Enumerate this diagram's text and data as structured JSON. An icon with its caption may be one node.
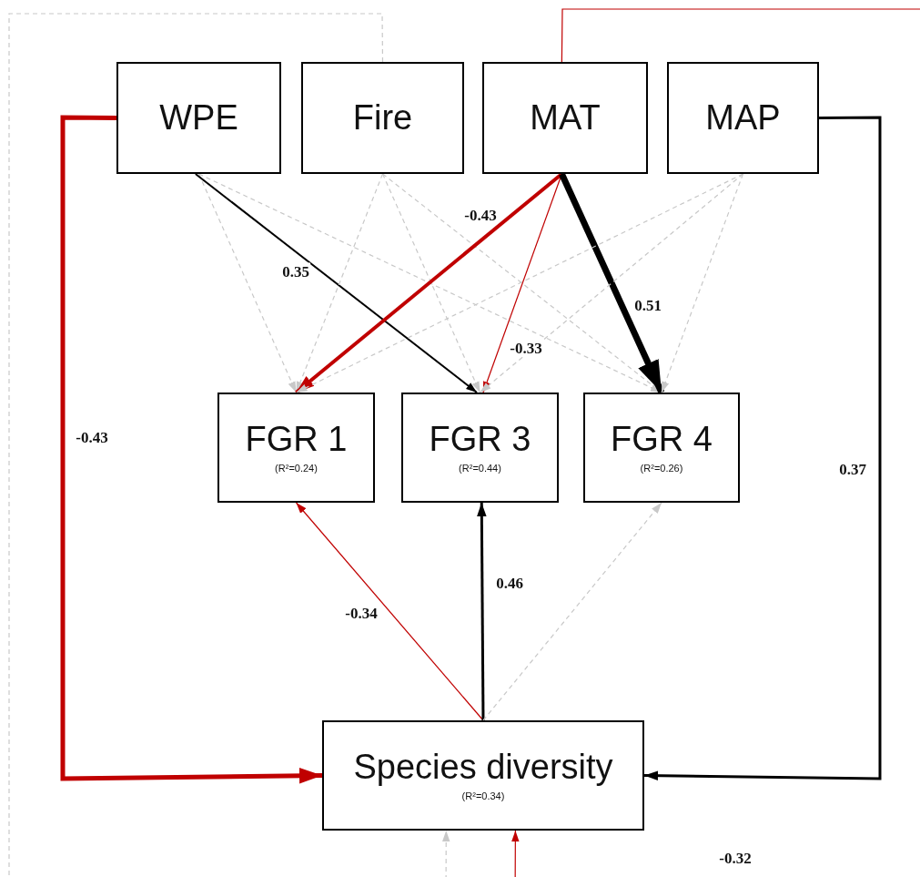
{
  "diagram": {
    "nodes": [
      {
        "text": [
          "WPE"
        ]
      },
      {
        "text": [
          "Fire"
        ]
      },
      {
        "text": [
          "MAT"
        ]
      },
      {
        "text": [
          "MAP"
        ]
      },
      {
        "text": [
          "FGR 1",
          "(R²=0.24)"
        ]
      },
      {
        "text": [
          "FGR 3",
          "(R²=0.44)"
        ]
      },
      {
        "text": [
          "FGR 4",
          "(R²=0.26)"
        ]
      },
      {
        "text": [
          "Species diversity",
          "(R²=0.34)"
        ]
      }
    ],
    "edges": [
      {
        "from": 0,
        "to": 4,
        "arrow": "to",
        "style": "dashed"
      },
      {
        "from": 0,
        "to": 5,
        "arrow": "to",
        "label": "0.35",
        "color": "#000000"
      },
      {
        "from": 0,
        "to": 6,
        "arrow": "to",
        "style": "dashed"
      },
      {
        "from": 1,
        "to": 4,
        "arrow": "to",
        "style": "dashed"
      },
      {
        "from": 1,
        "to": 5,
        "arrow": "to",
        "style": "dashed"
      },
      {
        "from": 1,
        "to": 6,
        "arrow": "to",
        "style": "dashed"
      },
      {
        "from": 2,
        "to": 4,
        "arrow": "to",
        "label": "-0.43",
        "style": "thick",
        "color": "#c00000"
      },
      {
        "from": 2,
        "to": 5,
        "arrow": "to",
        "label": "-0.33",
        "color": "#c00000"
      },
      {
        "from": 2,
        "to": 6,
        "arrow": "to",
        "label": "0.51",
        "style": "thick",
        "color": "#000000"
      },
      {
        "from": 3,
        "to": 4,
        "arrow": "to",
        "style": "dashed"
      },
      {
        "from": 3,
        "to": 5,
        "arrow": "to",
        "style": "dashed"
      },
      {
        "from": 3,
        "to": 6,
        "arrow": "to",
        "style": "dashed"
      },
      {
        "from": 7,
        "to": 4,
        "arrow": "to",
        "label": "-0.34",
        "color": "#c00000"
      },
      {
        "from": 7,
        "to": 5,
        "arrow": "to",
        "label": "0.46",
        "style": "thick",
        "color": "#000000"
      },
      {
        "from": 7,
        "to": 6,
        "arrow": "to",
        "style": "dashed"
      },
      {
        "from": 0,
        "to": 7,
        "arrow": "to",
        "label": "-0.43",
        "style": "thick",
        "color": "#c00000"
      },
      {
        "from": 3,
        "to": 7,
        "arrow": "to",
        "label": "0.37",
        "style": "thick",
        "color": "#000000"
      },
      {
        "from": 1,
        "to": 7,
        "arrow": "to",
        "style": "dashed"
      },
      {
        "from": 2,
        "to": 7,
        "arrow": "to",
        "label": "-0.32",
        "color": "#c00000"
      }
    ]
  }
}
